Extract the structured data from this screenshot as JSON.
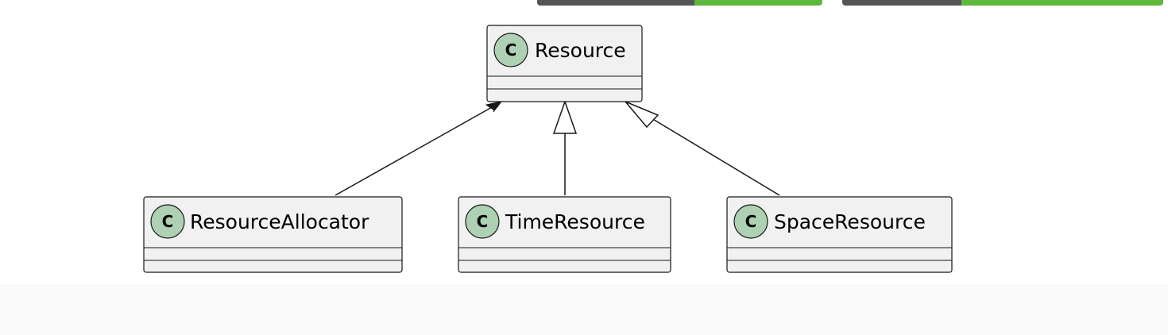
{
  "diagram": {
    "stereotype_letter": "C",
    "classes": {
      "resource": {
        "name": "Resource"
      },
      "allocator": {
        "name": "ResourceAllocator"
      },
      "time": {
        "name": "TimeResource"
      },
      "space": {
        "name": "SpaceResource"
      }
    },
    "relations": [
      {
        "from": "allocator",
        "to": "resource",
        "type": "association"
      },
      {
        "from": "time",
        "to": "resource",
        "type": "generalization"
      },
      {
        "from": "space",
        "to": "resource",
        "type": "generalization"
      }
    ]
  },
  "colors": {
    "class_fill": "#f1f1f1",
    "stereotype_circle": "#add1b2",
    "badge_dark": "#555555",
    "badge_green": "#5fb83c"
  }
}
